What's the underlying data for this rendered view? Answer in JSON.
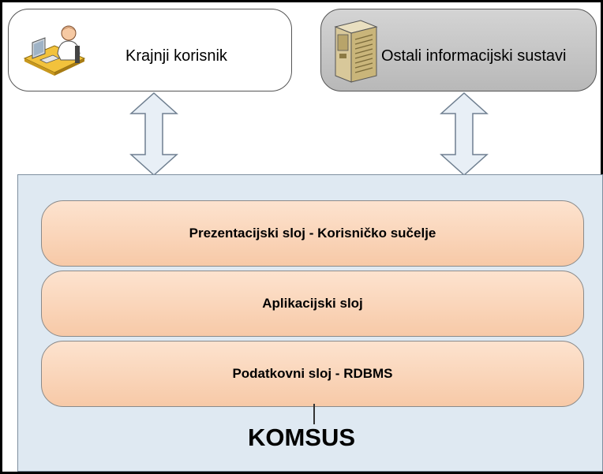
{
  "actors": {
    "user": {
      "label": "Krajnji korisnik",
      "icon": "user-at-computer-icon"
    },
    "systems": {
      "label": "Ostali informacijski sustavi",
      "icon": "server-icon"
    }
  },
  "layers": [
    {
      "label": "Prezentacijski sloj - Korisničko sučelje"
    },
    {
      "label": "Aplikacijski sloj"
    },
    {
      "label": "Podatkovni sloj - RDBMS"
    }
  ],
  "system": {
    "label": "KOMSUS"
  },
  "colors": {
    "layer_fill": "#f9d4b8",
    "system_fill": "#dfe9f2",
    "systems_actor_fill": "#c6c6c6",
    "arrow_fill": "#e8eff6"
  }
}
